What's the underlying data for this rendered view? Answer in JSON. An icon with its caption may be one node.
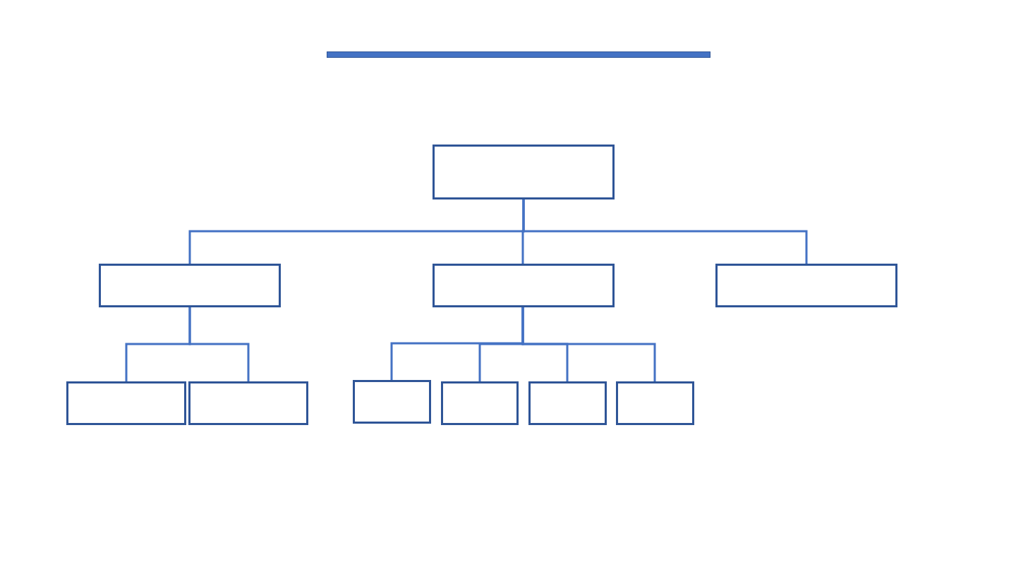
{
  "diagram": {
    "nodes": [
      {
        "text": [],
        "shape": "box"
      },
      {
        "text": [],
        "shape": "box"
      },
      {
        "text": [],
        "shape": "box"
      },
      {
        "text": [],
        "shape": "box"
      },
      {
        "text": [],
        "shape": "box"
      },
      {
        "text": [],
        "shape": "box"
      },
      {
        "text": [],
        "shape": "box"
      },
      {
        "text": [],
        "shape": "box"
      },
      {
        "text": [],
        "shape": "box"
      },
      {
        "text": [],
        "shape": "box"
      }
    ],
    "edges": [
      {
        "from": 0,
        "to": 1,
        "arrow": "none"
      },
      {
        "from": 0,
        "to": 2,
        "arrow": "none"
      },
      {
        "from": 0,
        "to": 3,
        "arrow": "none"
      },
      {
        "from": 1,
        "to": 4,
        "arrow": "none"
      },
      {
        "from": 1,
        "to": 5,
        "arrow": "none"
      },
      {
        "from": 2,
        "to": 6,
        "arrow": "none"
      },
      {
        "from": 2,
        "to": 7,
        "arrow": "none"
      },
      {
        "from": 2,
        "to": 8,
        "arrow": "none"
      },
      {
        "from": 2,
        "to": 9,
        "arrow": "none"
      }
    ]
  }
}
